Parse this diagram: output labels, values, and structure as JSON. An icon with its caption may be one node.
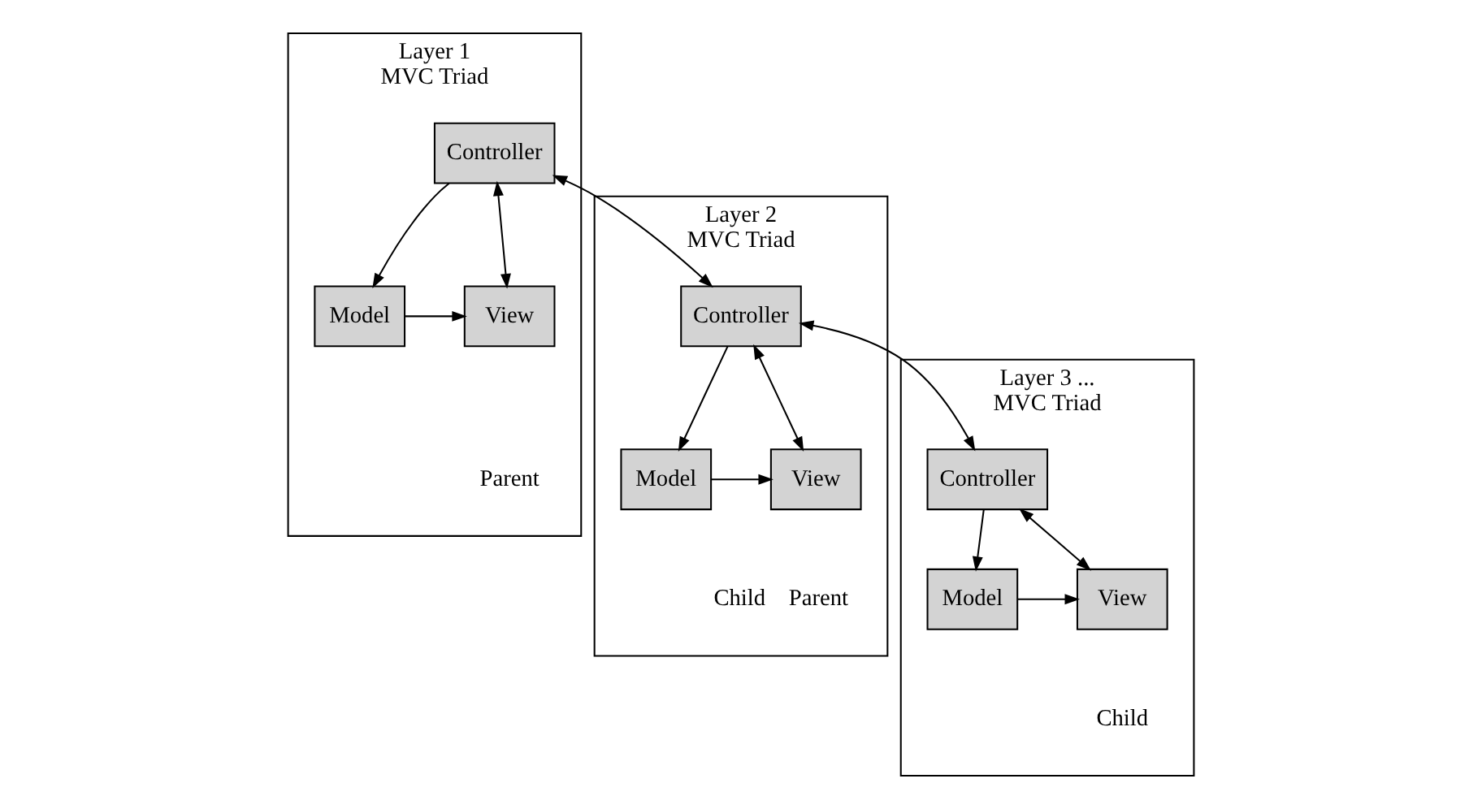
{
  "diagram": {
    "nodes": [
      {
        "text": [
          "Layer 1",
          "MVC Triad"
        ],
        "beside": [
          "Parent"
        ]
      },
      {
        "text": [
          "Controller"
        ],
        "in": 0
      },
      {
        "text": [
          "Model"
        ],
        "in": 0
      },
      {
        "text": [
          "View"
        ],
        "in": 0
      },
      {
        "text": [
          "Layer 2",
          "MVC Triad"
        ],
        "beside": [
          "Child",
          "Parent"
        ]
      },
      {
        "text": [
          "Controller"
        ],
        "in": 4
      },
      {
        "text": [
          "Model"
        ],
        "in": 4
      },
      {
        "text": [
          "View"
        ],
        "in": 4
      },
      {
        "text": [
          "Layer 3 ...",
          "MVC Triad"
        ],
        "beside": [
          "Child"
        ]
      },
      {
        "text": [
          "Controller"
        ],
        "in": 8
      },
      {
        "text": [
          "Model"
        ],
        "in": 8
      },
      {
        "text": [
          "View"
        ],
        "in": 8
      }
    ],
    "edges": [
      {
        "from": 1,
        "to": 2,
        "arrow": "to"
      },
      {
        "from": 1,
        "to": 3,
        "arrow": "both"
      },
      {
        "from": 2,
        "to": 3,
        "arrow": "to"
      },
      {
        "from": 1,
        "to": 5,
        "arrow": "both"
      },
      {
        "from": 5,
        "to": 6,
        "arrow": "to"
      },
      {
        "from": 5,
        "to": 7,
        "arrow": "both"
      },
      {
        "from": 6,
        "to": 7,
        "arrow": "to"
      },
      {
        "from": 5,
        "to": 9,
        "arrow": "both"
      },
      {
        "from": 9,
        "to": 10,
        "arrow": "to"
      },
      {
        "from": 9,
        "to": 11,
        "arrow": "both"
      },
      {
        "from": 10,
        "to": 11,
        "arrow": "to"
      }
    ]
  }
}
